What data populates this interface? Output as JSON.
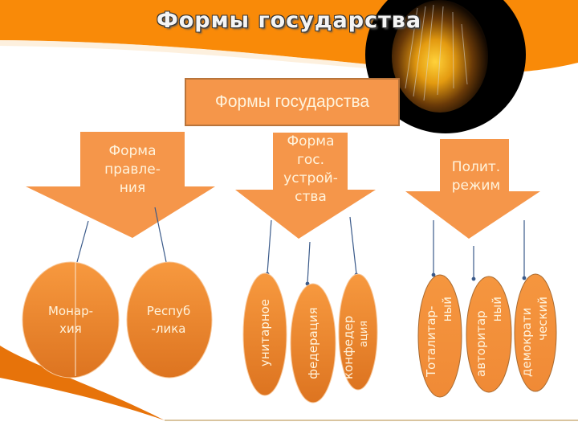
{
  "slide": {
    "title": "Формы государства",
    "colors": {
      "accent_orange": "#f98a08",
      "box_fill": "#f5964a",
      "box_border": "#b8743b",
      "oval_fill": "#ee8a3a",
      "text_light": "#fff3dc",
      "connector": "#3a5a8a"
    }
  },
  "diagram": {
    "root": {
      "label": "Формы государства"
    },
    "branches": [
      {
        "label_lines": [
          "Форма",
          "правле-",
          "ния"
        ],
        "children": [
          {
            "label_lines": [
              "Монар-",
              "хия"
            ]
          },
          {
            "label_lines": [
              "Респуб",
              "-лика"
            ]
          }
        ]
      },
      {
        "label_lines": [
          "Форма",
          "гос.",
          "устрой-",
          "ства"
        ],
        "children": [
          {
            "label_lines": [
              "унитарное"
            ]
          },
          {
            "label_lines": [
              "федерация"
            ]
          },
          {
            "label_lines": [
              "конфедер",
              "ация"
            ]
          }
        ]
      },
      {
        "label_lines": [
          "Полит.",
          "режим"
        ],
        "children": [
          {
            "label_lines": [
              "Тоталитар-",
              "ный"
            ]
          },
          {
            "label_lines": [
              "авторитар",
              "ный"
            ]
          },
          {
            "label_lines": [
              "демократи",
              "ческий"
            ]
          }
        ]
      }
    ]
  }
}
